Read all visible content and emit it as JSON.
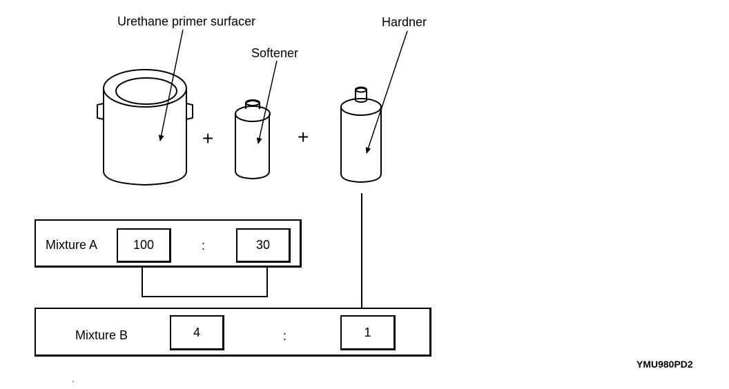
{
  "labels": {
    "primer": "Urethane primer surfacer",
    "softener": "Softener",
    "hardener": "Hardner"
  },
  "operators": {
    "plus": "+",
    "colon": ":"
  },
  "mixture_a": {
    "name": "Mixture A",
    "left_value": "100",
    "right_value": "30"
  },
  "mixture_b": {
    "name": "Mixture B",
    "left_value": "4",
    "right_value": "1"
  },
  "figure_code": "YMU980PD2"
}
